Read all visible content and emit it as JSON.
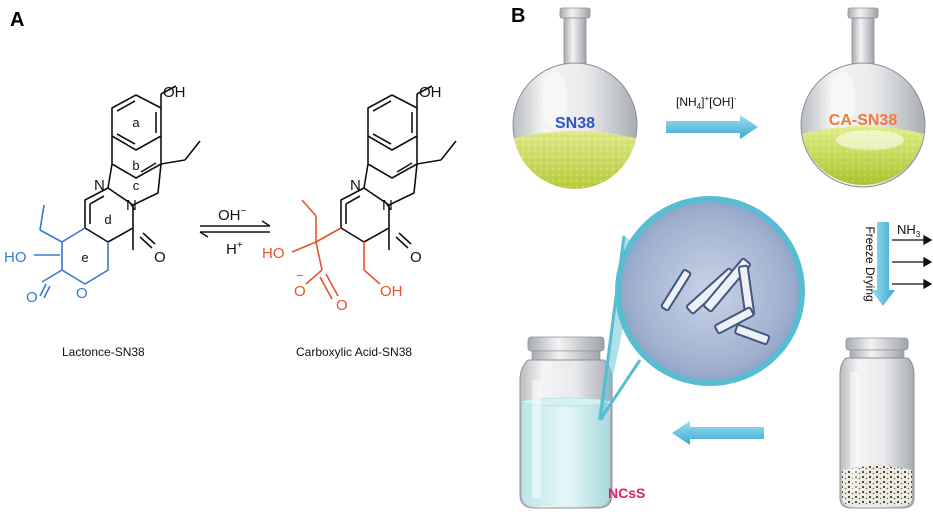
{
  "panels": {
    "a": {
      "letter": "A"
    },
    "b": {
      "letter": "B"
    }
  },
  "structure_lactone": {
    "caption": "Lactonce-SN38",
    "oh_top": "OH",
    "n_left": "N",
    "n_ring": "N",
    "o_ketone": "O",
    "o_ring": "O",
    "o_carbonyl": "O",
    "ho": "HO",
    "ring_labels": [
      "a",
      "b",
      "c",
      "d",
      "e"
    ]
  },
  "structure_carboxylic": {
    "caption": "Carboxylic Acid-SN38",
    "oh_top": "OH",
    "n_left": "N",
    "n_ring": "N",
    "o_ketone": "O",
    "ho": "HO",
    "carboxylate_minus": "−",
    "carboxylate_o1": "O",
    "carboxylate_o2": "O",
    "oh_side": "OH"
  },
  "equilibrium": {
    "forward_reagent": "OH",
    "forward_sup": "−",
    "reverse_reagent": "H",
    "reverse_sup": "+"
  },
  "process": {
    "flask1_label": "SN38",
    "reagent_step1": "[NH",
    "reagent_sub": "4",
    "reagent_mid": "]",
    "reagent_sup1": "+",
    "reagent_end": "[OH]",
    "reagent_sup2": "-",
    "flask2_label": "CA-SN38",
    "step2_label": "Freeze Drying",
    "step2_gas": "NH",
    "step2_gas_sub": "3",
    "vial_label": "NCsS"
  },
  "colors": {
    "sn38_blue": "#2f56c8",
    "ca_orange": "#ee7a3c",
    "ncss_pink": "#e0206a",
    "lactone_blue": "#3a78d6",
    "carboxyl_red": "#e8532b",
    "arrow_cyan": "#55c2e0",
    "liquid_green": "#c9dc55"
  }
}
